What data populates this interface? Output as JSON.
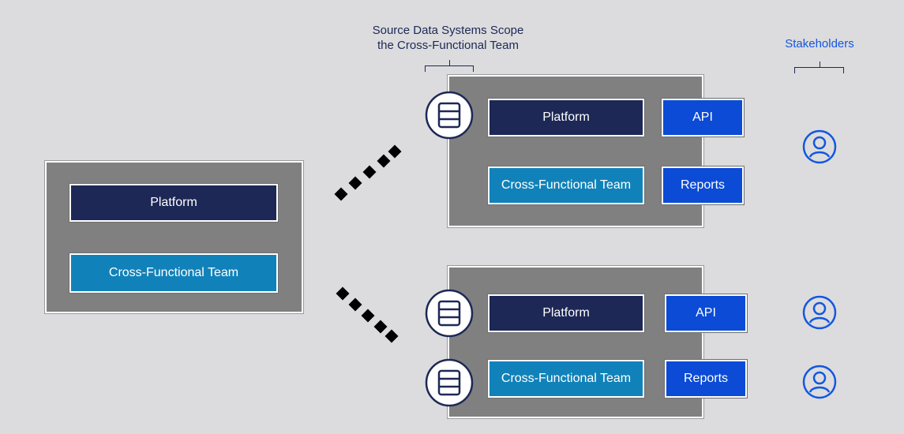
{
  "header": {
    "scope_caption_line1": "Source Data Systems Scope",
    "scope_caption_line2": "the Cross-Functional Team",
    "stakeholders_label": "Stakeholders"
  },
  "left_group": {
    "platform_label": "Platform",
    "team_label": "Cross-Functional Team"
  },
  "top_group": {
    "platform_label": "Platform",
    "team_label": "Cross-Functional Team",
    "api_label": "API",
    "reports_label": "Reports"
  },
  "bottom_group": {
    "platform_label": "Platform",
    "team_label": "Cross-Functional Team",
    "api_label": "API",
    "reports_label": "Reports"
  },
  "icons": {
    "database": "database-icon",
    "stakeholder": "user-icon"
  },
  "colors": {
    "background": "#dcdcde",
    "panel": "#808081",
    "platform": "#1d2856",
    "team": "#1182b9",
    "output": "#0b4bd6",
    "stakeholder": "#1357e0"
  }
}
